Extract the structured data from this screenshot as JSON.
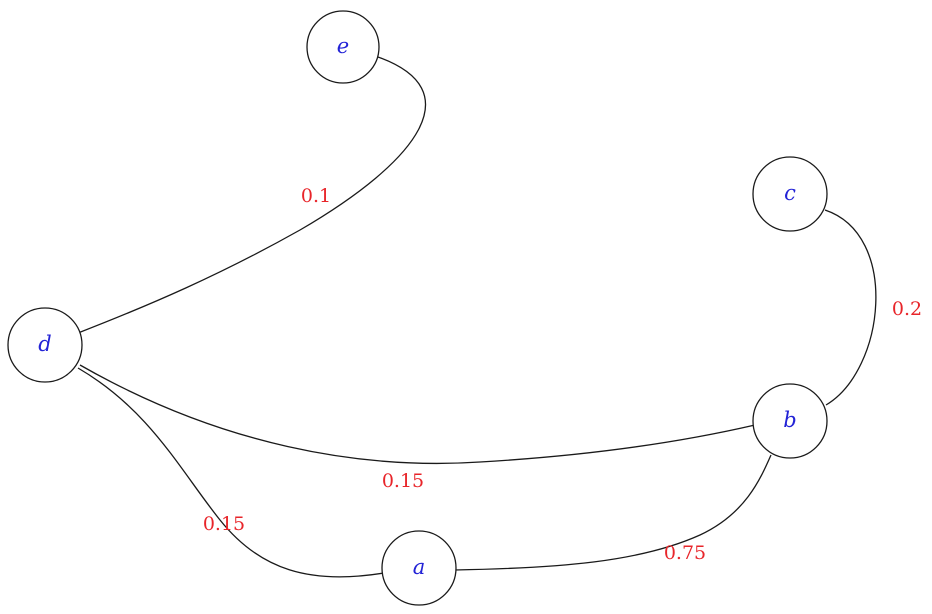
{
  "graph": {
    "nodes": [
      {
        "id": "e",
        "label": "e"
      },
      {
        "id": "c",
        "label": "c"
      },
      {
        "id": "d",
        "label": "d"
      },
      {
        "id": "b",
        "label": "b"
      },
      {
        "id": "a",
        "label": "a"
      }
    ],
    "edges": [
      {
        "from": "e",
        "to": "d",
        "weight": "0.1"
      },
      {
        "from": "c",
        "to": "b",
        "weight": "0.2"
      },
      {
        "from": "d",
        "to": "b",
        "weight": "0.15"
      },
      {
        "from": "d",
        "to": "a",
        "weight": "0.15"
      },
      {
        "from": "a",
        "to": "b",
        "weight": "0.75"
      }
    ],
    "colors": {
      "node_label": "#2323d6",
      "weight_label": "#e8252a",
      "stroke": "#1a1a1a"
    }
  }
}
